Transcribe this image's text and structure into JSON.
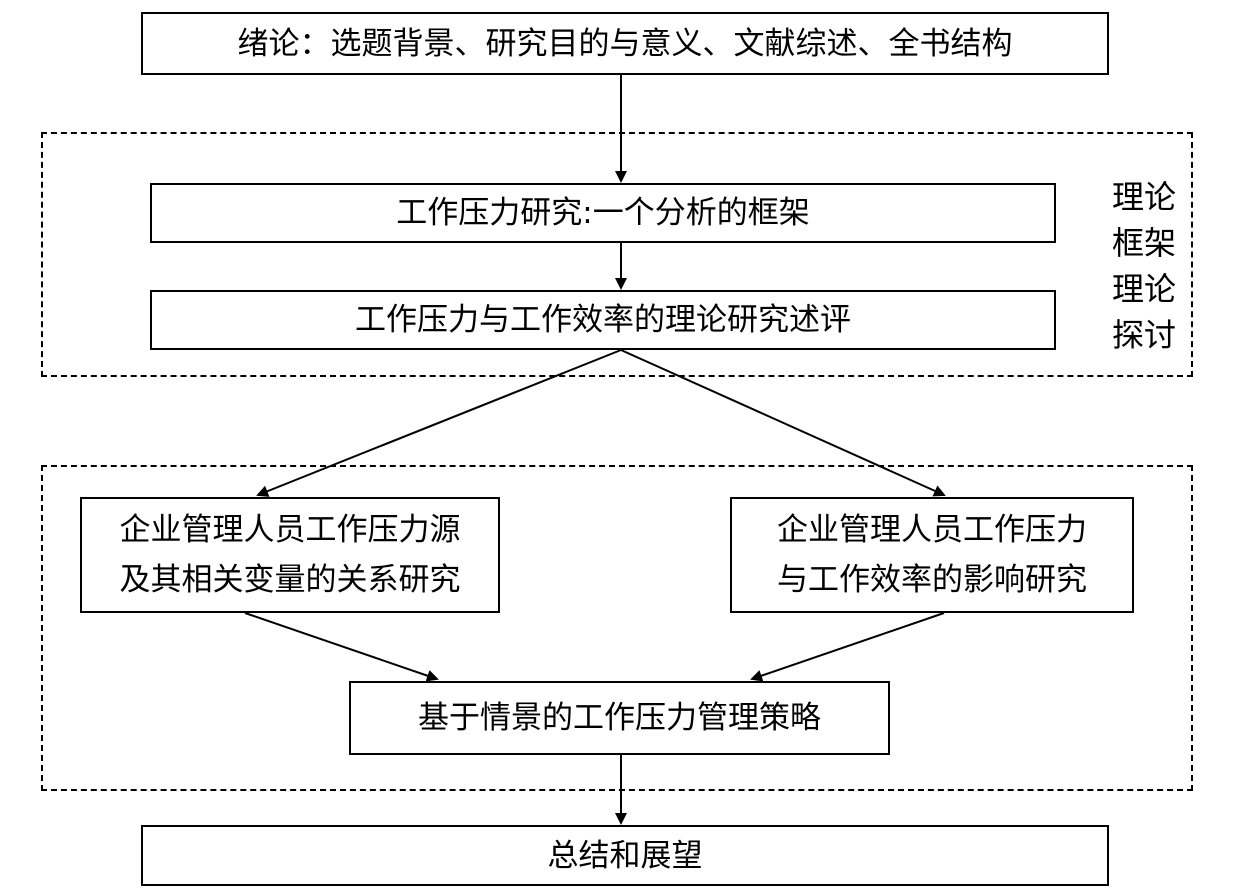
{
  "nodes": {
    "intro": "绪论：选题背景、研究目的与意义、文献综述、全书结构",
    "framework": "工作压力研究:一个分析的框架",
    "review": "工作压力与工作效率的理论研究述评",
    "stressors": [
      "企业管理人员工作压力源",
      "及其相关变量的关系研究"
    ],
    "efficiency": [
      "企业管理人员工作压力",
      "与工作效率的影响研究"
    ],
    "strategy": "基于情景的工作压力管理策略",
    "conclusion": "总结和展望"
  },
  "group_label": [
    "理论",
    "框架",
    "理论",
    "探讨"
  ],
  "colors": {
    "line": "#000000",
    "background": "#ffffff"
  }
}
